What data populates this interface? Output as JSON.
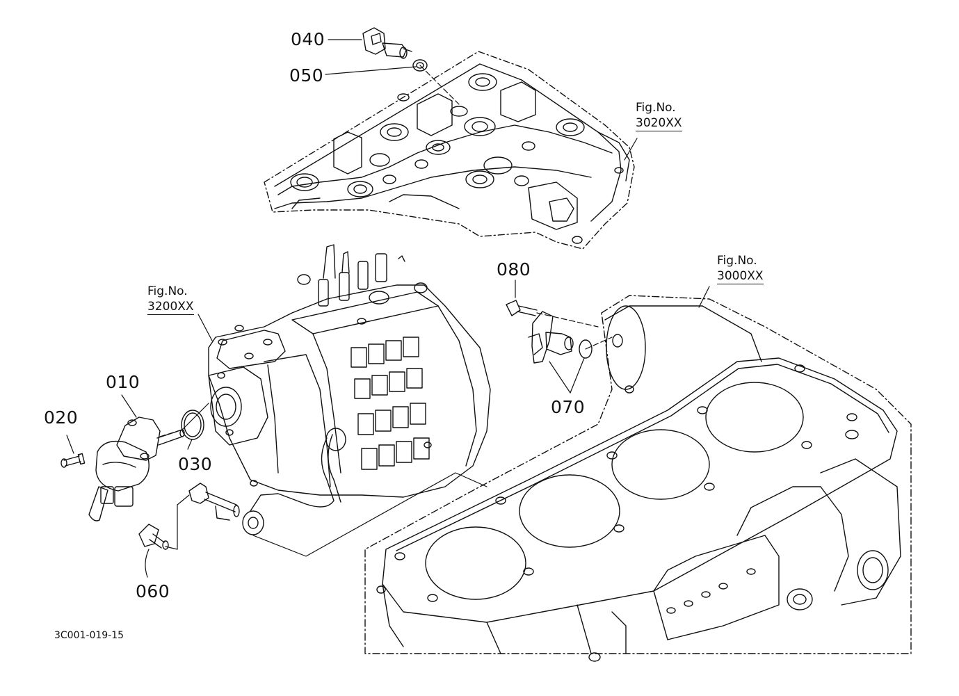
{
  "part_labels": {
    "p010": "010",
    "p020": "020",
    "p030": "030",
    "p040": "040",
    "p050": "050",
    "p060": "060",
    "p070": "070",
    "p080": "080"
  },
  "figure_refs": {
    "cylinder_head": {
      "prefix": "Fig.No.",
      "number": "3020XX"
    },
    "injection_pump": {
      "prefix": "Fig.No.",
      "number": "3200XX"
    },
    "crankcase": {
      "prefix": "Fig.No.",
      "number": "3000XX"
    }
  },
  "drawing_code": "3C001-019-15"
}
